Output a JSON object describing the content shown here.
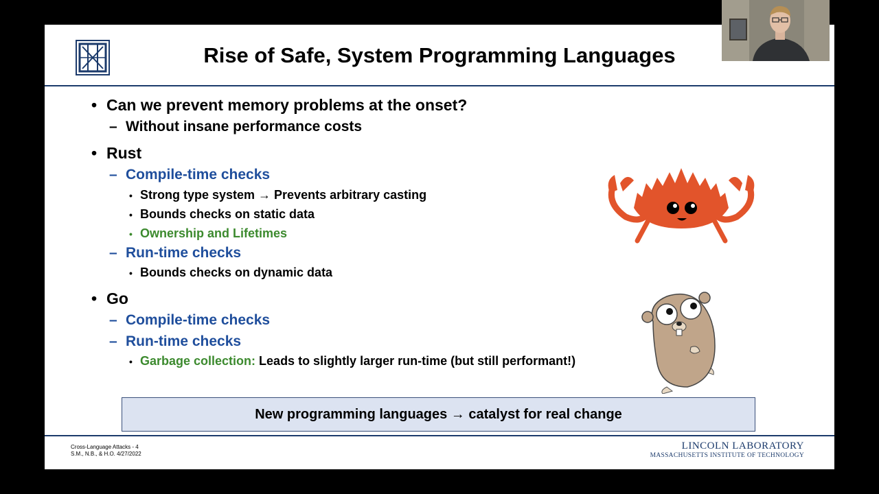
{
  "slide": {
    "title": "Rise of Safe, System Programming Languages",
    "bullets": [
      {
        "level": 1,
        "text": "Can we prevent memory problems at the onset?"
      },
      {
        "level": 2,
        "text": "Without insane performance costs"
      },
      {
        "level": 1,
        "text": "Rust"
      },
      {
        "level": 2,
        "text": "Compile-time checks",
        "color": "#1f4e9c"
      },
      {
        "level": 3,
        "text": "Strong type system → Prevents arbitrary casting"
      },
      {
        "level": 3,
        "text": "Bounds checks on static data"
      },
      {
        "level": 3,
        "text": "Ownership and Lifetimes",
        "color": "#3c8a2e"
      },
      {
        "level": 2,
        "text": "Run-time checks",
        "color": "#1f4e9c"
      },
      {
        "level": 3,
        "text": "Bounds checks on dynamic data"
      },
      {
        "level": 1,
        "text": "Go"
      },
      {
        "level": 2,
        "text": "Compile-time checks",
        "color": "#1f4e9c"
      },
      {
        "level": 2,
        "text": "Run-time checks",
        "color": "#1f4e9c"
      },
      {
        "level": 3,
        "label": "Garbage collection:",
        "text": " Leads to slightly larger run-time (but still performant!)",
        "label_color": "#3c8a2e"
      }
    ],
    "callout": "New programming languages → catalyst for real change",
    "footer": {
      "line1": "Cross-Language Attacks - 4",
      "line2": "S.M., N.B., & H.O. 4/27/2022",
      "lab_name": "LINCOLN LABORATORY",
      "lab_sub": "MASSACHUSETTS INSTITUTE OF TECHNOLOGY"
    }
  },
  "colors": {
    "rule": "#1b3a6b",
    "blue_text": "#1f4e9c",
    "green_text": "#3c8a2e",
    "callout_bg": "#dce3f1",
    "crab": "#e2542b",
    "gopher": "#c0a58a"
  },
  "images": {
    "logo": "mit-ll-logo-icon",
    "rust_mascot": "ferris-crab-image",
    "go_mascot": "go-gopher-image",
    "presenter": "webcam-presenter-image"
  }
}
